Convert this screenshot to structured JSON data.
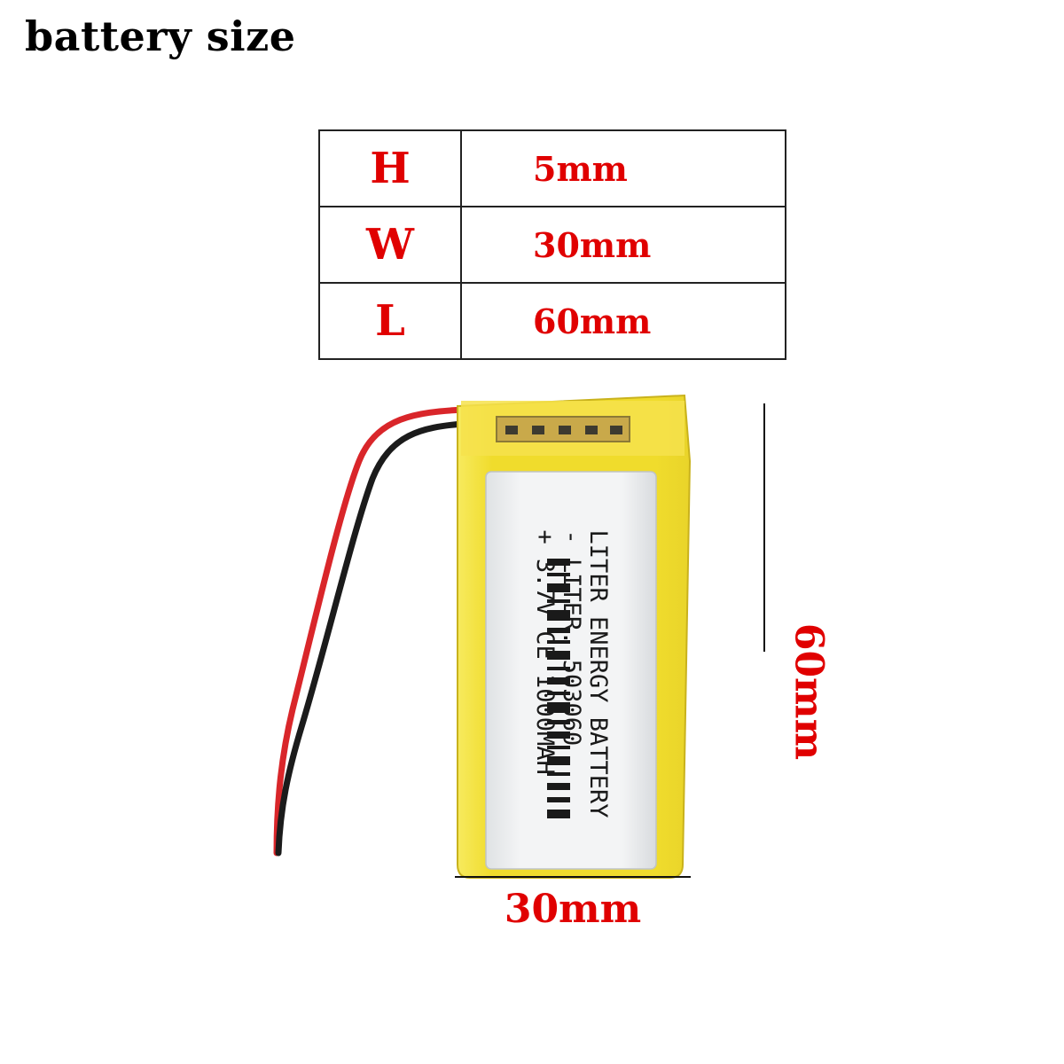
{
  "title": "battery size",
  "spec_table": [
    {
      "key": "H",
      "value": "5mm"
    },
    {
      "key": "W",
      "value": "30mm"
    },
    {
      "key": "L",
      "value": "60mm"
    }
  ],
  "dimensions": {
    "width_label": "30mm",
    "length_label": "60mm"
  },
  "battery": {
    "print_line_1": "LITER ENERGY BATTERY",
    "print_line_2": "- LITER.         503060",
    "print_line_3": "+ 3.7V CE 1000MAH"
  },
  "colors": {
    "accent": "#e00000",
    "text": "#000000",
    "wrap": "#f2e23a",
    "cell": "#e9ebec"
  }
}
